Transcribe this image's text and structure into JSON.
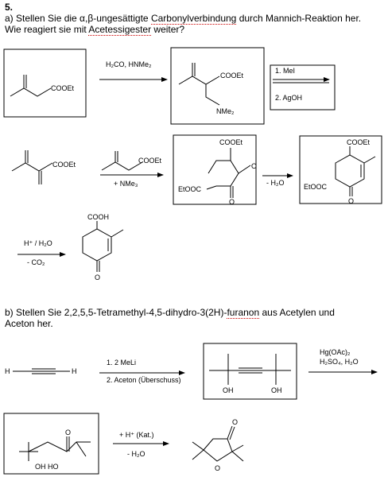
{
  "task": {
    "number": "5.",
    "a_line1_pre": "a) Stellen Sie die α,β-ungesättigte ",
    "a_line1_word": "Carbonylverbindung",
    "a_line1_post": " durch Mannich-Reaktion her.",
    "a_line2_pre": "Wie reagiert sie mit ",
    "a_line2_word": "Acetessigester",
    "a_line2_post": " weiter?",
    "b_line1_pre": "b)  Stellen  Sie  2,2,5,5-Tetramethyl-4,5-dihydro-3(2H)-",
    "b_line1_word": "furanon",
    "b_line1_post": "  aus  Acetylen  und",
    "b_line2": "Aceton her."
  },
  "scheme_a": {
    "start_label": "COOEt",
    "reagent_top": "H₂CO, HNMe₂",
    "mannich_label_cooet": "COOEt",
    "mannich_label_amine": "NMe₂",
    "step2_reagent1": "1. MeI",
    "step2_reagent2": "2. AgOH",
    "enone_label": "COOEt",
    "michael_donor_label": "COOEt",
    "michael_reagent": "+ NMe₃",
    "adduct_top": "COOEt",
    "adduct_left": "EtOOC",
    "adduct_o1": "O",
    "adduct_o2": "O",
    "aldol_reagent": "- H₂O",
    "ring_top": "COOEt",
    "ring_left": "EtOOC",
    "ring_o": "O",
    "decarb_reagent1": "H⁺ / H₂O",
    "decarb_reagent2": "- CO₂",
    "final_top": "COOH",
    "final_o": "O"
  },
  "scheme_b": {
    "acetylene_left": "H",
    "acetylene_right": "H",
    "step1_reagent1": "1. 2 MeLi",
    "step1_reagent2": "2. Aceton (Überschuss)",
    "diol_oh1": "OH",
    "diol_oh2": "OH",
    "hydration_reagent1": "Hg(OAc)₂",
    "hydration_reagent2": "H₂SO₄, H₂O",
    "ketol_o": "O",
    "ketol_oh": "OH  HO",
    "cycl_reagent1": "+ H⁺ (Kat.)",
    "cycl_reagent2": "- H₂O",
    "furanone_o_ring": "O",
    "furanone_o_keto": "O"
  }
}
